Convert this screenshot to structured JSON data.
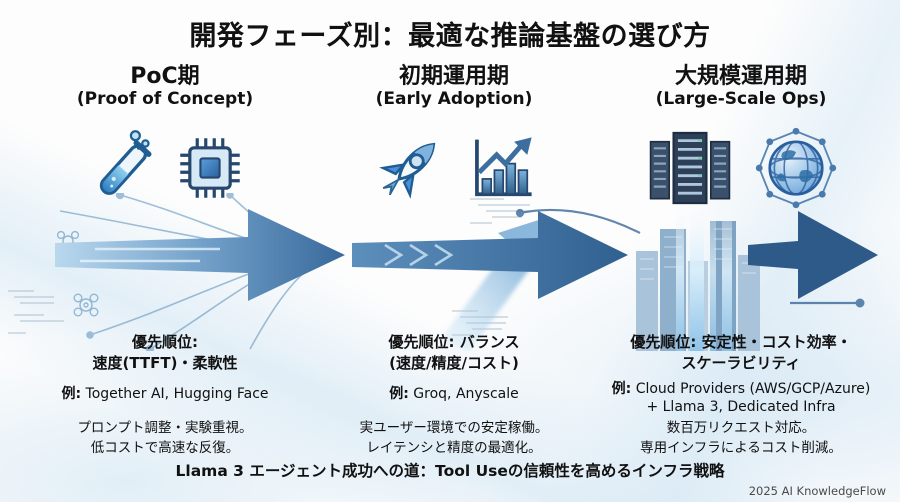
{
  "title": "開発フェーズ別：最適な推論基盤の選び方",
  "phases": [
    {
      "name_ja": "PoC期",
      "name_en": "(Proof of Concept)",
      "priority_line1": "優先順位:",
      "priority_line2": "速度(TTFT)・柔軟性",
      "example_label": "例:",
      "example_line1": " Together AI, Hugging Face",
      "example_line2": "",
      "desc_line1": "プロンプト調整・実験重視。",
      "desc_line2": "低コストで高速な反復。",
      "icon_names": [
        "test-tube-icon",
        "cpu-chip-icon"
      ]
    },
    {
      "name_ja": "初期運用期",
      "name_en": "(Early Adoption)",
      "priority_line1": "優先順位: バランス",
      "priority_line2": "(速度/精度/コスト)",
      "example_label": "例:",
      "example_line1": " Groq, Anyscale",
      "example_line2": "",
      "desc_line1": "実ユーザー環境での安定稼働。",
      "desc_line2": "レイテンシと精度の最適化。",
      "icon_names": [
        "rocket-icon",
        "growth-chart-icon"
      ]
    },
    {
      "name_ja": "大規模運用期",
      "name_en": "(Large-Scale Ops)",
      "priority_line1": "優先順位: 安定性・コスト効率・",
      "priority_line2": "スケーラビリティ",
      "example_label": "例:",
      "example_line1": " Cloud Providers (AWS/GCP/Azure)",
      "example_line2": "+ Llama 3, Dedicated Infra",
      "desc_line1": "数百万リクエスト対応。",
      "desc_line2": "専用インフラによるコスト削減。",
      "icon_names": [
        "server-racks-icon",
        "global-network-icon"
      ]
    }
  ],
  "footer": "Llama 3 エージェント成功への道：Tool Useの信頼性を高めるインフラ戦略",
  "credit": "2025 AI KnowledgeFlow",
  "colors": {
    "arrow_steel_blue": "#3c6e9f",
    "arrow_deep_blue": "#2c5784",
    "light_blue": "#cfe4f2",
    "accent_blue": "#5b9bd5",
    "server_navy": "#2e4057",
    "text_black": "#111111",
    "credit_gray": "#4a4a4a"
  }
}
